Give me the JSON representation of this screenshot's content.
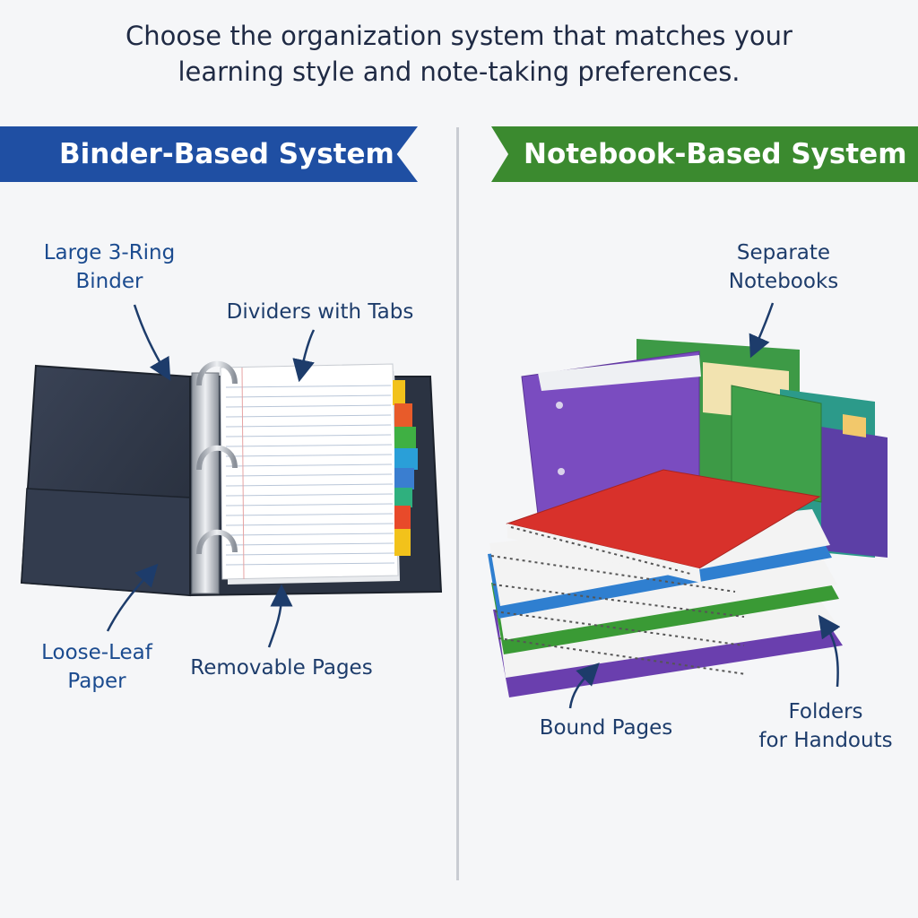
{
  "intro": {
    "line1": "Choose the organization system that matches your",
    "line2": "learning style and note-taking preferences."
  },
  "binder": {
    "title": "Binder-Based System",
    "labels": {
      "binder": [
        "Large 3-Ring",
        "Binder"
      ],
      "dividers": "Dividers with Tabs",
      "loose_leaf": [
        "Loose-Leaf",
        "Paper"
      ],
      "removable": "Removable Pages"
    }
  },
  "notebook": {
    "title": "Notebook-Based System",
    "labels": {
      "separate": [
        "Separate",
        "Notebooks"
      ],
      "bound": "Bound Pages",
      "folders": [
        "Folders",
        "for Handouts"
      ]
    }
  },
  "colors": {
    "binder_banner": "#1f4fa3",
    "notebook_banner": "#3b8a2f",
    "label_text": "#1d3c6b",
    "binder_cover": "#2f3747",
    "notebook_red": "#d8312b",
    "notebook_blue": "#2f7fd0",
    "notebook_green": "#3a9a35",
    "notebook_purple": "#6a3fae"
  },
  "icons": [
    "arrow-icon"
  ]
}
